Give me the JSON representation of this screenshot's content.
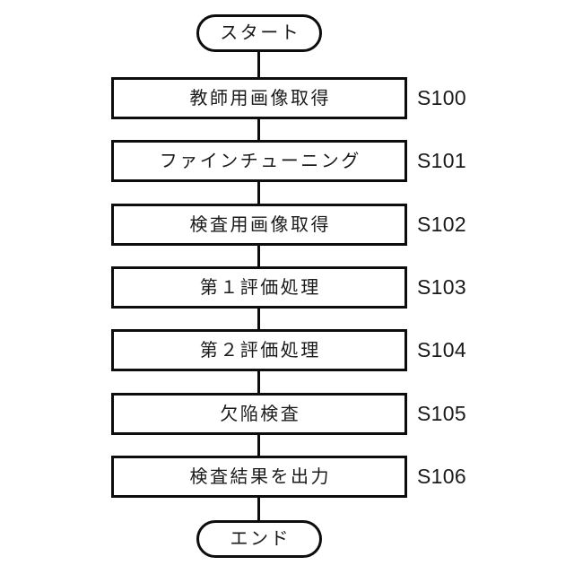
{
  "diagram": {
    "title_text": "",
    "background_color": "#ffffff",
    "line_color": "#0d0d0d",
    "start_node": {
      "label": "スタート",
      "shape": "stadium"
    },
    "end_node": {
      "label": "エンド",
      "shape": "stadium"
    },
    "steps": [
      {
        "label": "教師用画像取得",
        "ref": "S100"
      },
      {
        "label": "ファインチューニング",
        "ref": "S101"
      },
      {
        "label": "検査用画像取得",
        "ref": "S102"
      },
      {
        "label": "第１評価処理",
        "ref": "S103"
      },
      {
        "label": "第２評価処理",
        "ref": "S104"
      },
      {
        "label": "欠陥検査",
        "ref": "S105"
      },
      {
        "label": "検査結果を出力",
        "ref": "S106"
      }
    ]
  }
}
